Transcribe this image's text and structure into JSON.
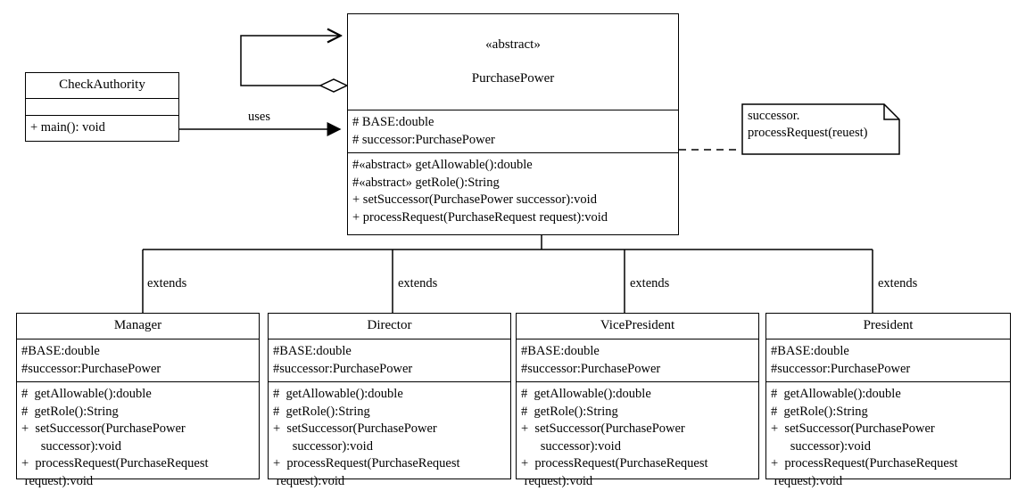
{
  "diagram": {
    "title": "Chain of Responsibility - PurchasePower UML Class Diagram",
    "type": "uml-class-diagram",
    "colors": {
      "line": "#000000",
      "background": "#ffffff",
      "text": "#000000"
    }
  },
  "classes": {
    "check_authority": {
      "name": "CheckAuthority",
      "attributes": [],
      "operations": [
        "+ main(): void"
      ]
    },
    "purchase_power": {
      "stereotype": "«abstract»",
      "name": "PurchasePower",
      "attributes": [
        "# BASE:double",
        "# successor:PurchasePower"
      ],
      "operations": [
        "#«abstract» getAllowable():double",
        "#«abstract» getRole():String",
        "+ setSuccessor(PurchasePower successor):void",
        "+ processRequest(PurchaseRequest request):void"
      ]
    },
    "manager": {
      "name": "Manager",
      "attributes": [
        "#BASE:double",
        "#successor:PurchasePower"
      ],
      "operations": [
        "#  getAllowable():double",
        "#  getRole():String",
        "+  setSuccessor(PurchasePower\n      successor):void",
        "+  processRequest(PurchaseRequest\n request):void"
      ]
    },
    "director": {
      "name": "Director",
      "attributes": [
        "#BASE:double",
        "#successor:PurchasePower"
      ],
      "operations": [
        "#  getAllowable():double",
        "#  getRole():String",
        "+  setSuccessor(PurchasePower\n      successor):void",
        "+  processRequest(PurchaseRequest\n request):void"
      ]
    },
    "vice_president": {
      "name": "VicePresident",
      "attributes": [
        "#BASE:double",
        "#successor:PurchasePower"
      ],
      "operations": [
        "#  getAllowable():double",
        "#  getRole():String",
        "+  setSuccessor(PurchasePower\n      successor):void",
        "+  processRequest(PurchaseRequest\n request):void"
      ]
    },
    "president": {
      "name": "President",
      "attributes": [
        "#BASE:double",
        "#successor:PurchasePower"
      ],
      "operations": [
        "#  getAllowable():double",
        "#  getRole():String",
        "+  setSuccessor(PurchasePower\n      successor):void",
        "+  processRequest(PurchaseRequest\n request):void"
      ]
    }
  },
  "note": {
    "text": "successor.\nprocessRequest(reuest)"
  },
  "relationships": {
    "uses_label": "uses",
    "extends_labels": [
      "extends",
      "extends",
      "extends",
      "extends"
    ]
  }
}
